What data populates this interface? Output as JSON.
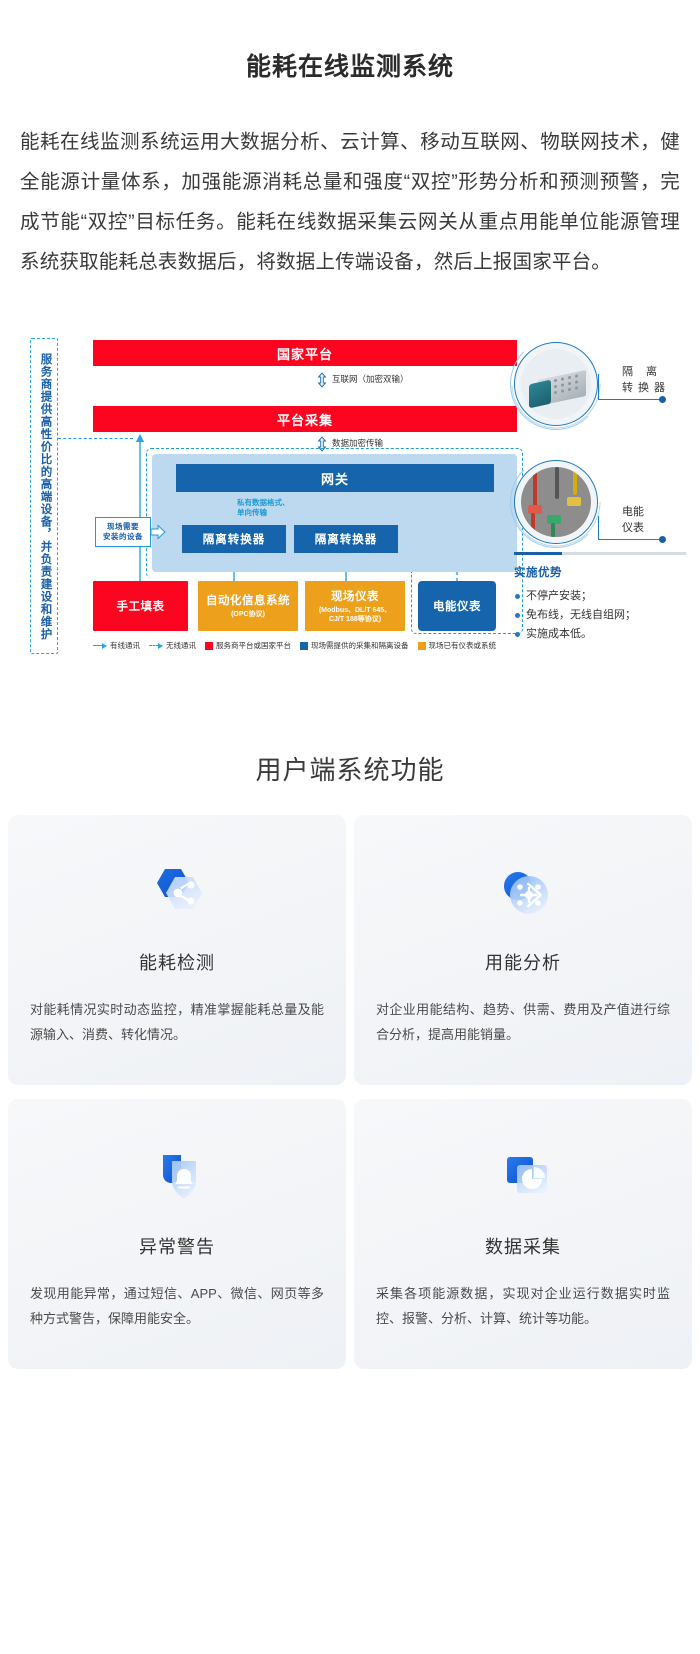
{
  "page": {
    "title": "能耗在线监测系统",
    "intro": "能耗在线监测系统运用大数据分析、云计算、移动互联网、物联网技术，健全能源计量体系，加强能源消耗总量和强度“双控”形势分析和预测预警，完成节能“双控”目标任务。能耗在线数据采集云网关从重点用能单位能源管理系统获取能耗总表数据后，将数据上传端设备，然后上报国家平台。"
  },
  "diagram": {
    "provider_note": "服务商提供高性价比的高端设备，并负责建设和维护",
    "national_platform": "国家平台",
    "platform_collect": "平台采集",
    "link_internet": "互联网（加密双输）",
    "link_encrypt": "数据加密传输",
    "gateway": "网关",
    "isolation_converter_1": "隔离转换器",
    "isolation_converter_2": "隔离转换器",
    "private_note": "私有数据格式、\n单向传输",
    "private_note_line1": "私有数据格式、",
    "private_note_line2": "单向传输",
    "site_callout_line1": "现场需要",
    "site_callout_line2": "安装的设备",
    "sources": [
      {
        "title": "手工填表",
        "sub": "",
        "color": "#fb0521"
      },
      {
        "title": "自动化信息系统",
        "sub": "(OPC协议)",
        "color": "#eda01c"
      },
      {
        "title": "现场仪表",
        "sub": "(Modbus、DL/T 645、\nCJ/T 188等协议)",
        "sub_line1": "(Modbus、DL/T 645、",
        "sub_line2": "CJ/T 188等协议)",
        "color": "#eda01c"
      },
      {
        "title": "电能仪表",
        "sub": "",
        "color": "#1664ab"
      }
    ],
    "legend": [
      {
        "type": "solid-arrow",
        "label": "有线通讯",
        "color": "#2aa4e0"
      },
      {
        "type": "dashed-arrow",
        "label": "无线通讯",
        "color": "#2aa4e0"
      },
      {
        "type": "swatch",
        "label": "服务商平台或国家平台",
        "color": "#fb0521"
      },
      {
        "type": "swatch",
        "label": "现场需提供的采集和隔离设备",
        "color": "#1664ab"
      },
      {
        "type": "swatch",
        "label": "现场已有仪表或系统",
        "color": "#eda01c"
      }
    ],
    "side_photos": [
      {
        "label_line1": "隔 离",
        "label_line2": "转换器",
        "icon": "isolation-converter-photo"
      },
      {
        "label_line1": "电能",
        "label_line2": "仪表",
        "icon": "power-meter-photo"
      }
    ],
    "advantages": {
      "title": "实施优势",
      "items": [
        "不停产安装；",
        "免布线，无线自组网；",
        "实施成本低。"
      ]
    }
  },
  "features": {
    "heading": "用户端系统功能",
    "cards": [
      {
        "icon": "hexagon-share-icon",
        "title": "能耗检测",
        "desc": "对能耗情况实时动态监控，精准掌握能耗总量及能源输入、消费、转化情况。"
      },
      {
        "icon": "circle-network-icon",
        "title": "用能分析",
        "desc": "对企业用能结构、趋势、供需、费用及产值进行综合分析，提高用能销量。"
      },
      {
        "icon": "shield-bell-icon",
        "title": "异常警告",
        "desc": "发现用能异常，通过短信、APP、微信、网页等多种方式警告，保障用能安全。"
      },
      {
        "icon": "window-piechart-icon",
        "title": "数据采集",
        "desc": "采集各项能源数据，实现对企业运行数据实时监控、报警、分析、计算、统计等功能。"
      }
    ]
  },
  "colors": {
    "red": "#fb0521",
    "blue": "#1664ab",
    "orange": "#eda01c",
    "cyan": "#2aa4e0",
    "light_blue_panel": "#bcd9ef",
    "brand_blue": "#1a5fa8"
  }
}
